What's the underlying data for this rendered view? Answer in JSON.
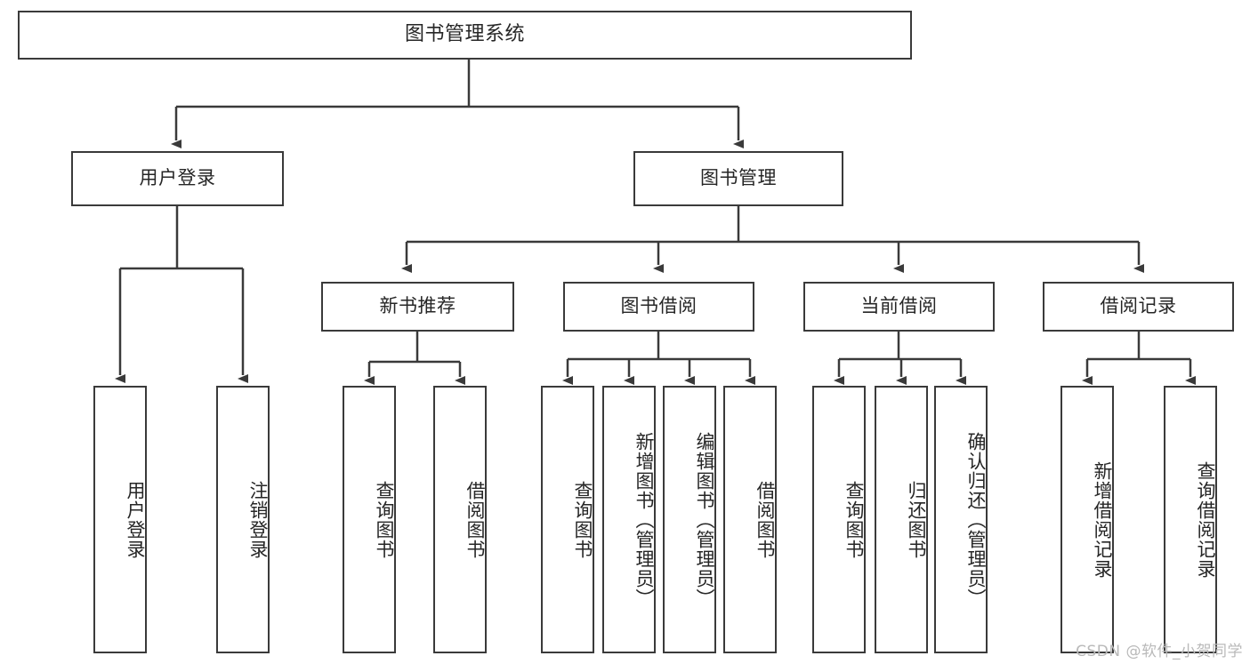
{
  "diagram": {
    "type": "tree-hierarchy",
    "title": "图书管理系统",
    "root": {
      "id": "root",
      "label": "图书管理系统"
    },
    "level2": [
      {
        "id": "user-login",
        "label": "用户登录"
      },
      {
        "id": "book-management",
        "label": "图书管理"
      }
    ],
    "level3": [
      {
        "id": "new-book-recommend",
        "label": "新书推荐",
        "parent": "book-management"
      },
      {
        "id": "book-borrow",
        "label": "图书借阅",
        "parent": "book-management"
      },
      {
        "id": "current-borrow",
        "label": "当前借阅",
        "parent": "book-management"
      },
      {
        "id": "borrow-record",
        "label": "借阅记录",
        "parent": "book-management"
      }
    ],
    "leaves": {
      "user_login": [
        {
          "id": "leaf-user-login",
          "label": "用户登录"
        },
        {
          "id": "leaf-logout-login",
          "label": "注销登录"
        }
      ],
      "new_book_recommend": [
        {
          "id": "leaf-query-book-1",
          "label": "查询图书"
        },
        {
          "id": "leaf-borrow-book-1",
          "label": "借阅图书"
        }
      ],
      "book_borrow": [
        {
          "id": "leaf-query-book-2",
          "label": "查询图书"
        },
        {
          "id": "leaf-add-book",
          "label": "新增图书（管理员）"
        },
        {
          "id": "leaf-edit-book",
          "label": "编辑图书（管理员）"
        },
        {
          "id": "leaf-borrow-book-2",
          "label": "借阅图书"
        }
      ],
      "current_borrow": [
        {
          "id": "leaf-query-book-3",
          "label": "查询图书"
        },
        {
          "id": "leaf-return-book",
          "label": "归还图书"
        },
        {
          "id": "leaf-confirm-return",
          "label": "确认归还（管理员）"
        }
      ],
      "borrow_record": [
        {
          "id": "leaf-add-record",
          "label": "新增借阅记录"
        },
        {
          "id": "leaf-query-record",
          "label": "查询借阅记录"
        }
      ]
    }
  },
  "watermark": {
    "text": "CSDN @软件_小贺同学"
  },
  "colors": {
    "stroke": "#3a3a3a",
    "fill": "#ffffff",
    "text": "#262626",
    "watermark": "#b9b9b9"
  }
}
